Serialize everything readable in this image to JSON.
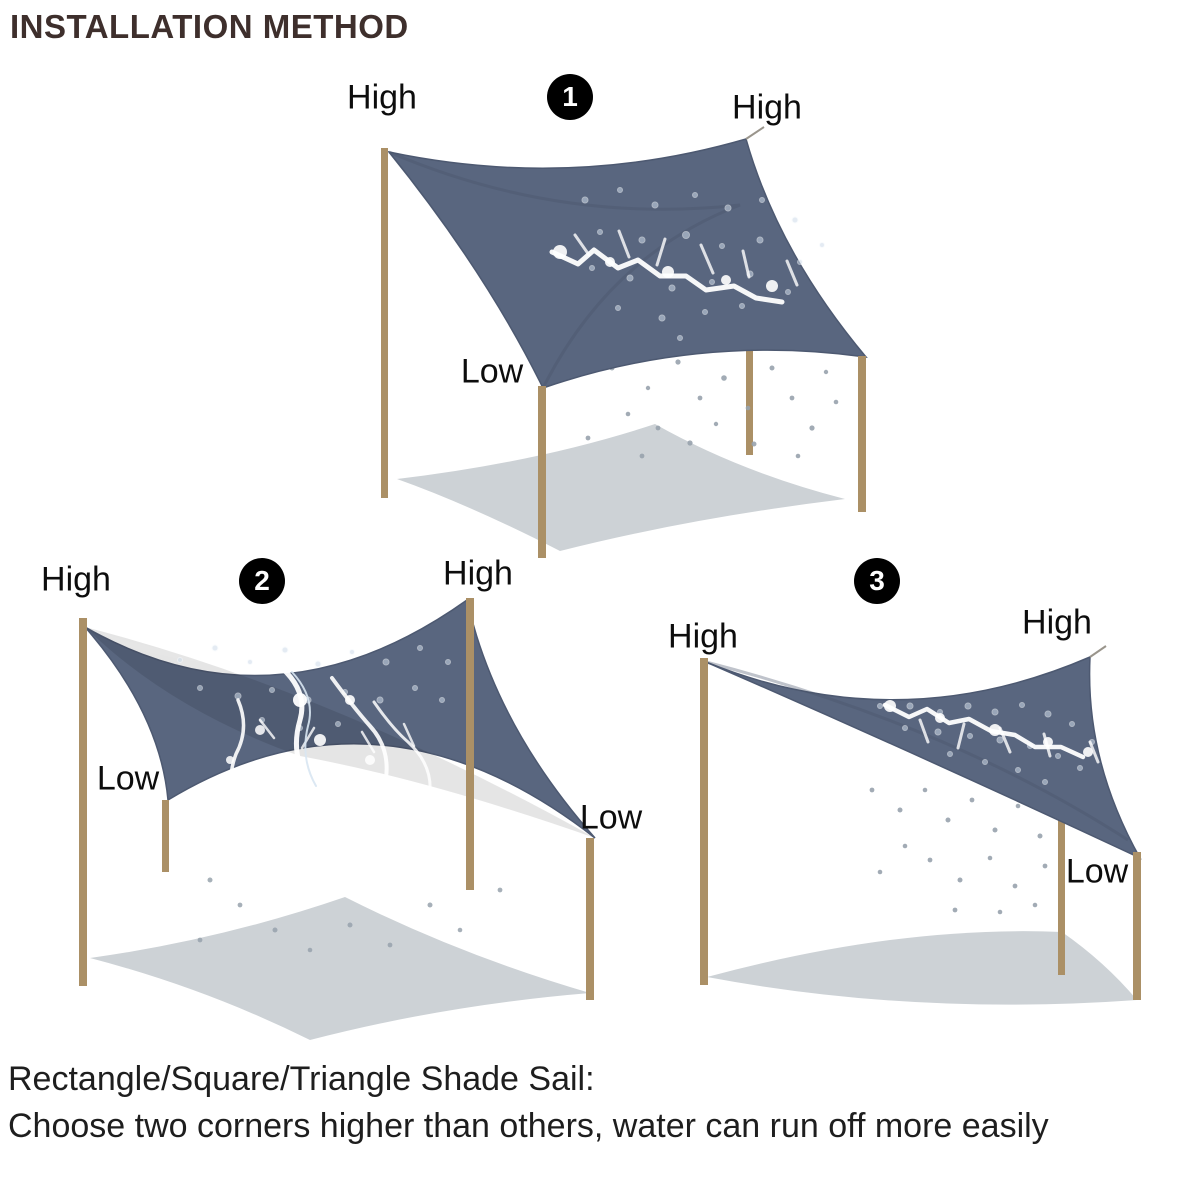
{
  "title": "INSTALLATION METHOD",
  "colors": {
    "sail": "#59667f",
    "sail_edge": "#4d5971",
    "post": "#ab9066",
    "ground_shadow": "#cdd2d6",
    "badge_bg": "#000000",
    "badge_text": "#ffffff",
    "title_text": "#3e2f2c",
    "body_text": "#1e1e1e",
    "water_splash": "#ffffff",
    "falling_drops": "#98a3ad"
  },
  "diagrams": [
    {
      "number": "1",
      "labels": {
        "high_left": "High",
        "high_right": "High",
        "low": "Low"
      }
    },
    {
      "number": "2",
      "labels": {
        "high_left": "High",
        "high_right": "High",
        "low_left": "Low",
        "low_right": "Low"
      }
    },
    {
      "number": "3",
      "labels": {
        "high_left": "High",
        "high_right": "High",
        "low": "Low"
      }
    }
  ],
  "caption": {
    "line1": "Rectangle/Square/Triangle Shade Sail:",
    "line2": "Choose two corners higher than others, water can run off more easily"
  }
}
